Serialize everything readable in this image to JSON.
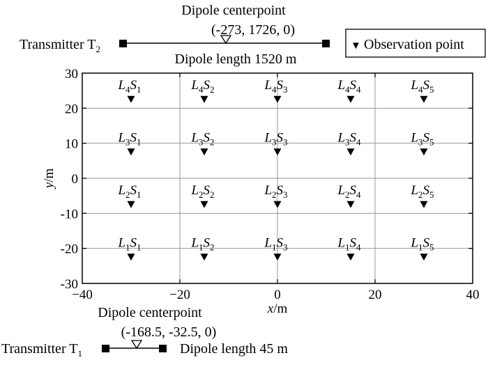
{
  "top_transmitter": {
    "name": "Transmitter T",
    "subscript": "2",
    "centerpoint_title": "Dipole centerpoint",
    "centerpoint_coords": "(-273, 1726, 0)",
    "length_label": "Dipole length 1520 m"
  },
  "bottom_transmitter": {
    "name": "Transmitter T",
    "subscript": "1",
    "centerpoint_title": "Dipole centerpoint",
    "centerpoint_coords": "(-168.5, -32.5, 0)",
    "length_label": "Dipole length 45 m"
  },
  "legend": {
    "symbol": "▼",
    "label": "Observation point"
  },
  "chart_data": {
    "type": "scatter",
    "xlabel_var": "x",
    "xlabel_unit": "/m",
    "ylabel_var": "y",
    "ylabel_unit": "/m",
    "xlim": [
      -40,
      40
    ],
    "ylim": [
      -30,
      30
    ],
    "x_ticks": [
      -40,
      -20,
      0,
      20,
      40
    ],
    "x_tick_labels": [
      "−40",
      "−20",
      "0",
      "20",
      "40"
    ],
    "y_ticks": [
      30,
      20,
      10,
      0,
      -10,
      -20,
      -30
    ],
    "y_tick_labels": [
      "30",
      "20",
      "10",
      "0",
      "-10",
      "-20",
      "-30"
    ],
    "grid": true,
    "lines": [
      {
        "label": "L",
        "index": "4",
        "y": 22.5
      },
      {
        "label": "L",
        "index": "3",
        "y": 7.5
      },
      {
        "label": "L",
        "index": "2",
        "y": -7.5
      },
      {
        "label": "L",
        "index": "1",
        "y": -22.5
      }
    ],
    "stations": [
      {
        "label": "S",
        "index": "1",
        "x": -30
      },
      {
        "label": "S",
        "index": "2",
        "x": -15
      },
      {
        "label": "S",
        "index": "3",
        "x": 0
      },
      {
        "label": "S",
        "index": "4",
        "x": 15
      },
      {
        "label": "S",
        "index": "5",
        "x": 30
      }
    ]
  }
}
